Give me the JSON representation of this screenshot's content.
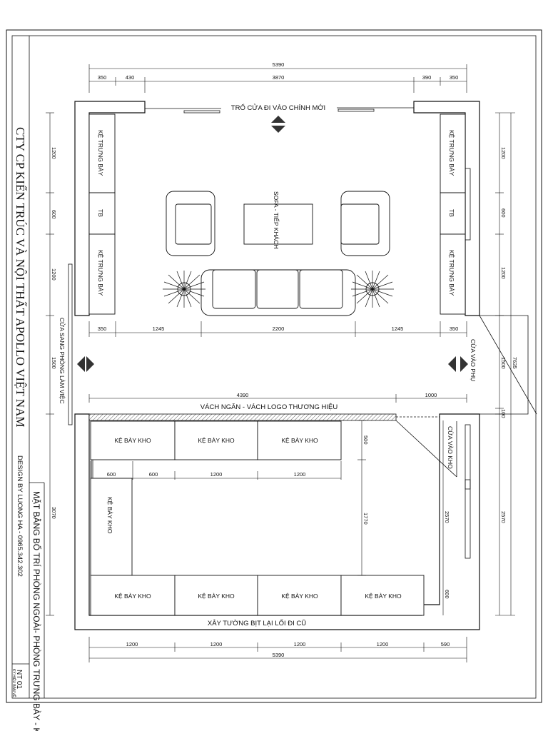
{
  "titleblock": {
    "company": "CTY CP KIẾN TRÚC VÀ NỘI THẤT APOLLO VIỆT NAM",
    "designer": "DESIGN BY LUONG HA - 0965.342.302",
    "sheet_title": "MẶT BẰNG BỐ TRÍ PHÒNG NGOÀI- PHÒNG TRƯNG BÀY - KHO",
    "sheet_label": "KÝ HIỆU BẢN VẼ",
    "sheet_no": "NT 01"
  },
  "labels": {
    "main_door": "TRỔ CỬA ĐI VÀO CHÍNH MỚI",
    "sofa": "SOFA - TIẾP KHÁCH",
    "shelf_display_left_1": "KỆ TRƯNG BÀY",
    "shelf_display_left_2": "KỆ TRƯNG BÀY",
    "shelf_display_right_1": "KỆ TRƯNG BÀY",
    "shelf_display_right_2": "KỆ TRƯNG BÀY",
    "tb_left": "TB",
    "tb_right": "TB",
    "door_work": "CỬA SANG PHÒNG LÀM VIỆC",
    "door_side": "CỬA VÀO PHỤ",
    "partition": "VÁCH NGĂN - VÁCH LOGO THƯƠNG HIỆU",
    "door_store": "CỬA VÀO KHO",
    "store_shelves_top": [
      "KỆ BÀY KHO",
      "KỆ BÀY KHO",
      "KỆ BÀY KHO"
    ],
    "store_shelf_side": "KỆ BÀY KHO",
    "store_shelves_bottom": [
      "KỆ BÀY KHO",
      "KỆ BÀY KHO",
      "KỆ BÀY KHO",
      "KỆ BÀY KHO"
    ],
    "old_wall": "XÂY TƯỜNG BỊT LẠI LỐI ĐI CŨ"
  },
  "dimensions": {
    "top_total": "5390",
    "top_parts": [
      "350",
      "430",
      "3870",
      "390",
      "350"
    ],
    "mid_parts": [
      "350",
      "1245",
      "2200",
      "1245",
      "350"
    ],
    "left_parts": [
      "1200",
      "600",
      "1200",
      "1500",
      "3070"
    ],
    "right_parts": [
      "1200",
      "600",
      "1200",
      "1500",
      "100",
      "2570"
    ],
    "right_inner": "2570",
    "right_overall": "7635",
    "partition_len": "4390",
    "partition_door": "1000",
    "store_col_1": "600",
    "store_col_2": "600",
    "store_col_3": "1200",
    "store_col_4": "1200",
    "store_v_1": "500",
    "store_v_2": "1770",
    "store_v_3": "600",
    "bottom_parts": [
      "1200",
      "1200",
      "1200",
      "1200",
      "590"
    ],
    "bottom_total": "5390"
  }
}
